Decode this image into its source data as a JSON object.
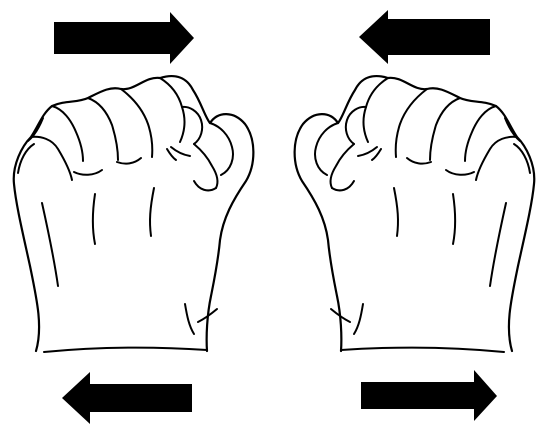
{
  "figure": {
    "background": "#ffffff",
    "ink": "#000000",
    "left_fist": {
      "icon": "left-fist-icon",
      "top_arrow": "arrow-right",
      "bottom_arrow": "arrow-left"
    },
    "right_fist": {
      "icon": "right-fist-icon",
      "top_arrow": "arrow-left",
      "bottom_arrow": "arrow-right"
    }
  }
}
